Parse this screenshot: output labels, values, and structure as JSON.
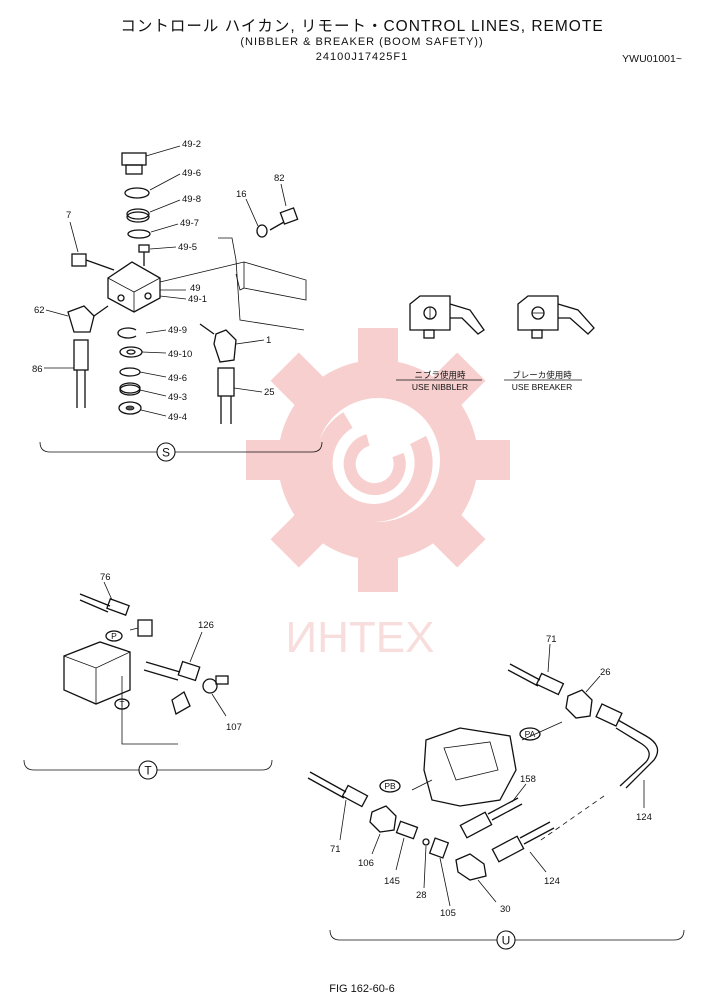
{
  "header": {
    "title": "コントロール ハイカン, リモート・CONTROL LINES, REMOTE",
    "subtitle": "(NIBBLER & BREAKER (BOOM SAFETY))",
    "part_number": "24100J17425F1",
    "serial": "YWU01001~"
  },
  "watermark": {
    "text": "ИНТЕХ",
    "color": "#f4a9a9"
  },
  "sections": {
    "s": {
      "symbol": "S",
      "labels": {
        "p49_2": "49-2",
        "p49_6a": "49-6",
        "p49_8": "49-8",
        "p49_7": "49-7",
        "p49_5": "49-5",
        "p49": "49",
        "p49_1": "49-1",
        "p49_9": "49-9",
        "p49_10": "49-10",
        "p49_6b": "49-6",
        "p49_3": "49-3",
        "p49_4": "49-4",
        "p7": "7",
        "p16": "16",
        "p82": "82",
        "p62": "62",
        "p86": "86",
        "p1": "1",
        "p25": "25"
      }
    },
    "inset": {
      "nibbler_jp": "ニブラ使用時",
      "nibbler": "USE NIBBLER",
      "breaker_jp": "ブレーカ使用時",
      "breaker": "USE BREAKER"
    },
    "t": {
      "symbol": "T",
      "labels": {
        "p76": "76",
        "p126": "126",
        "p107": "107",
        "tag_p": "P",
        "tag_t": "T"
      }
    },
    "u": {
      "symbol": "U",
      "labels": {
        "p71a": "71",
        "p26": "26",
        "tag_pa": "PA",
        "tag_pb": "PB",
        "p158": "158",
        "p124a": "124",
        "p71b": "71",
        "p106": "106",
        "p145": "145",
        "p28": "28",
        "p105": "105",
        "p30": "30",
        "p124b": "124"
      }
    }
  },
  "footer": {
    "figure": "FIG 162-60-6"
  }
}
